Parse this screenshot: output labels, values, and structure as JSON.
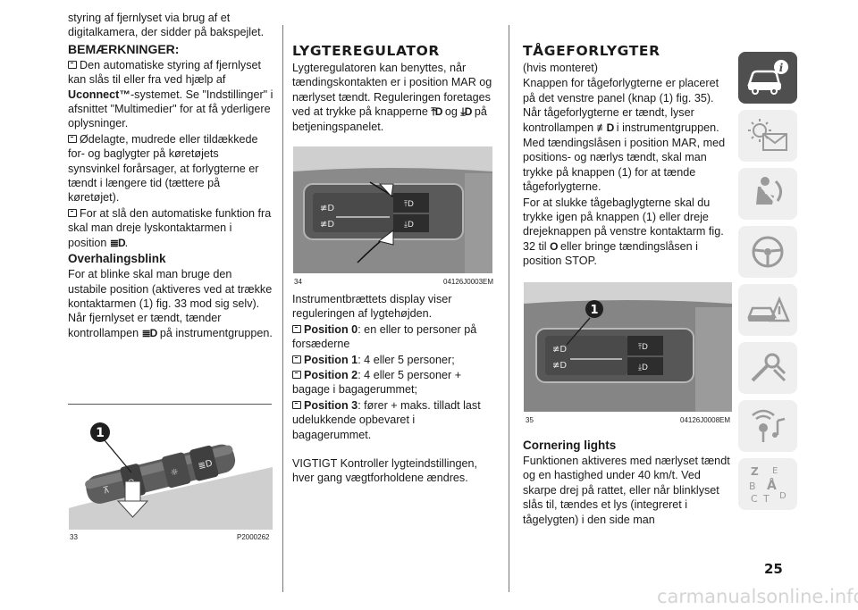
{
  "col1": {
    "intro": "styring af fjernlyset via brug af et digitalkamera, der sidder på bakspejlet.",
    "note_heading": "BEMÆRKNINGER:",
    "bullet1_a": "Den automatiske styring af fjernlyset kan slås til eller fra ved hjælp af ",
    "bullet1_brand": "Uconnect™",
    "bullet1_b": "-systemet. Se \"Indstillinger\" i afsnittet \"Multimedier\" for at få yderligere oplysninger.",
    "bullet2": "Ødelagte, mudrede eller tildækkede for- og baglygter på køretøjets synsvinkel forårsager, at forlygterne er tændt i længere tid (tættere på køretøjet).",
    "bullet3": "For at slå den automatiske funktion fra skal man dreje lyskontaktarmen i position ",
    "bullet3_icon": "≣D",
    "bullet3_end": ".",
    "sub_heading": "Overhalingsblink",
    "para_a": "For at blinke skal man bruge den ustabile position (aktiveres ved at trække kontaktarmen (1) fig. 33 mod sig selv). Når fjernlyset er tændt, tænder kontrollampen ",
    "para_icon": "≣D",
    "para_b": " på instrumentgruppen.",
    "fig_num": "33",
    "fig_code": "P2000262",
    "callout": "1"
  },
  "col2": {
    "title": "LYGTEREGULATOR",
    "para_a": "Lygteregulatoren kan benyttes, når tændingskontakten er i position MAR og nærlyset tændt. Reguleringen foretages ved at trykke på knapperne ",
    "icon1": "⤒D",
    "mid": " og ",
    "icon2": "⤓D",
    "para_b": " på betjeningspanelet.",
    "fig_num": "34",
    "fig_code": "04126J0003EM",
    "para2": "Instrumentbrættets display viser reguleringen af lygtehøjden.",
    "items": [
      {
        "label": "Position 0",
        "text": ": en eller to personer på forsæderne"
      },
      {
        "label": "Position 1",
        "text": ": 4 eller 5 personer;"
      },
      {
        "label": "Position 2",
        "text": ": 4 eller 5 personer + bagage i bagagerummet;"
      },
      {
        "label": "Position 3",
        "text": ": fører + maks. tilladt last udelukkende opbevaret i bagagerummet."
      }
    ],
    "warning": "VIGTIGT Kontroller lygteindstillingen, hver gang vægtforholdene ændres."
  },
  "col3": {
    "title": "TÅGEFORLYGTER",
    "subtitle": "(hvis monteret)",
    "para1": "Knappen for tågeforlygterne er placeret på det venstre panel (knap (1) fig. 35). Når tågeforlygterne er tændt, lyser kontrollampen ",
    "icon": "≢D",
    "para1_end": " i instrumentgruppen.",
    "para2": "Med tændingslåsen i position MAR, med positions- og nærlys tændt, skal man trykke på knappen (1) for at tænde tågeforlygterne.",
    "para3_a": "For at slukke tågebaglygterne skal du trykke igen på knappen (1) eller dreje drejeknappen på venstre kontaktarm fig. 32 til ",
    "para3_icon": "O",
    "para3_b": " eller bringe tændingslåsen i position STOP.",
    "fig_num": "35",
    "fig_code": "04126J0008EM",
    "callout": "1",
    "sub_heading": "Cornering lights",
    "para4": "Funktionen aktiveres med nærlyset tændt og en hastighed under 40 km/t. Ved skarpe drej på rattet, eller når blinklyset slås til, tændes et lys (integreret i tågelygten) i den side man"
  },
  "sidebar": {
    "tabs": [
      "car-info-icon",
      "warning-lights-icon",
      "seat-safety-icon",
      "steering-wheel-icon",
      "breakdown-icon",
      "service-icon",
      "multimedia-icon",
      "index-icon"
    ],
    "index_letters": [
      "Z",
      "E",
      "B",
      "Å",
      "D",
      "C",
      "T"
    ]
  },
  "page_number": "25",
  "watermark": "carmanualsonline.info"
}
